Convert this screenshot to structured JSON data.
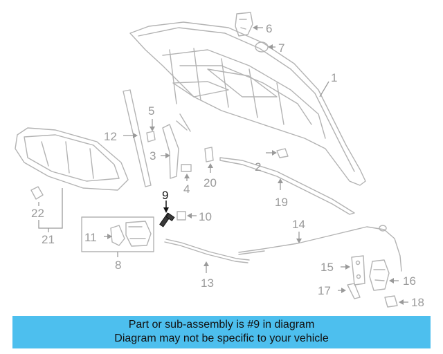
{
  "callouts": {
    "c1": "1",
    "c2": "2",
    "c3": "3",
    "c4": "4",
    "c5": "5",
    "c6": "6",
    "c7": "7",
    "c8": "8",
    "c9": "9",
    "c10": "10",
    "c11": "11",
    "c12": "12",
    "c13": "13",
    "c14": "14",
    "c15": "15",
    "c16": "16",
    "c17": "17",
    "c18": "18",
    "c19": "19",
    "c20": "20",
    "c21": "21",
    "c22": "22"
  },
  "highlighted_part": "9",
  "banner": {
    "line1": "Part or sub-assembly is #9 in diagram",
    "line2": "Diagram may not be specific to your vehicle"
  },
  "colors": {
    "banner_bg": "#4dbfee",
    "highlight": "#111111",
    "part_lines": "#b3b3b3",
    "callout_text": "#9a9a9a"
  }
}
